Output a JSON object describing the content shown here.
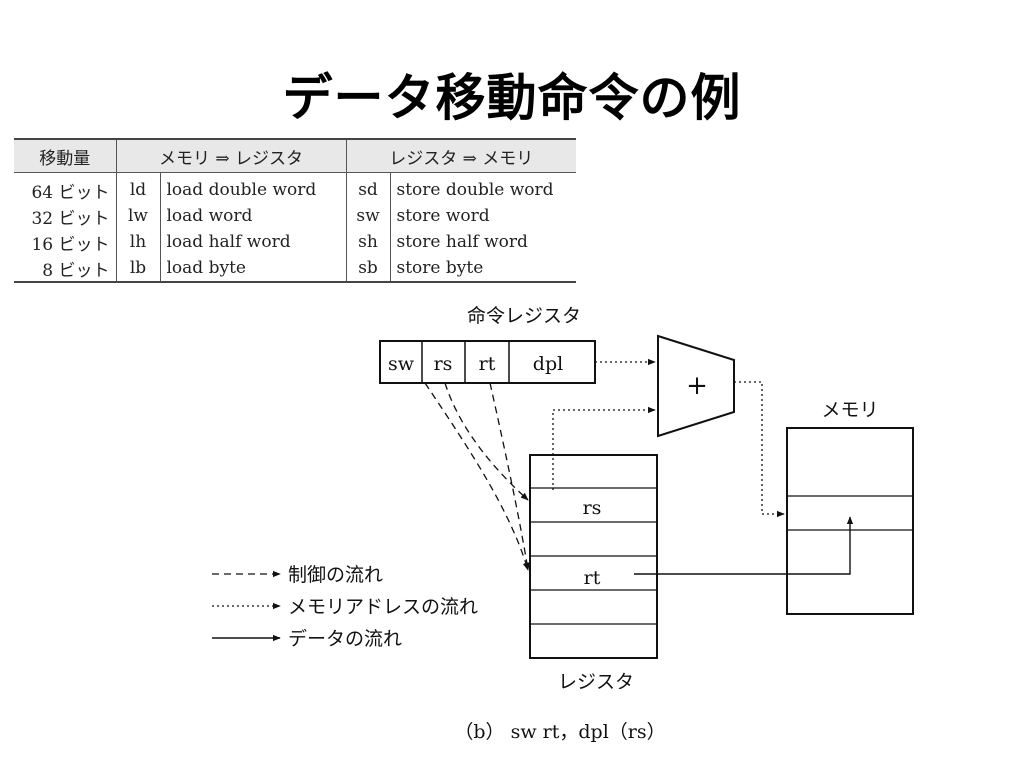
{
  "title": "データ移動命令の例",
  "table": {
    "headers": [
      "移動量",
      "メモリ ⇒ レジスタ",
      "レジスタ ⇒ メモリ"
    ],
    "rows": [
      {
        "size": "64 ビット",
        "load_op": "ld",
        "load_name": "load double word",
        "store_op": "sd",
        "store_name": "store double word"
      },
      {
        "size": "32 ビット",
        "load_op": "lw",
        "load_name": "load word",
        "store_op": "sw",
        "store_name": "store word"
      },
      {
        "size": "16 ビット",
        "load_op": "lh",
        "load_name": "load half word",
        "store_op": "sh",
        "store_name": "store half word"
      },
      {
        "size": "8 ビット",
        "load_op": "lb",
        "load_name": "load byte",
        "store_op": "sb",
        "store_name": "store byte"
      }
    ]
  },
  "diagram": {
    "instruction_register_label": "命令レジスタ",
    "fields": [
      "sw",
      "rs",
      "rt",
      "dpl"
    ],
    "adder_symbol": "+",
    "memory_label": "メモリ",
    "register_file_label": "レジスタ",
    "register_rs": "rs",
    "register_rt": "rt",
    "legend": {
      "control": "制御の流れ",
      "address": "メモリアドレスの流れ",
      "data": "データの流れ"
    },
    "caption": "（b） sw rt，dpl（rs）"
  }
}
